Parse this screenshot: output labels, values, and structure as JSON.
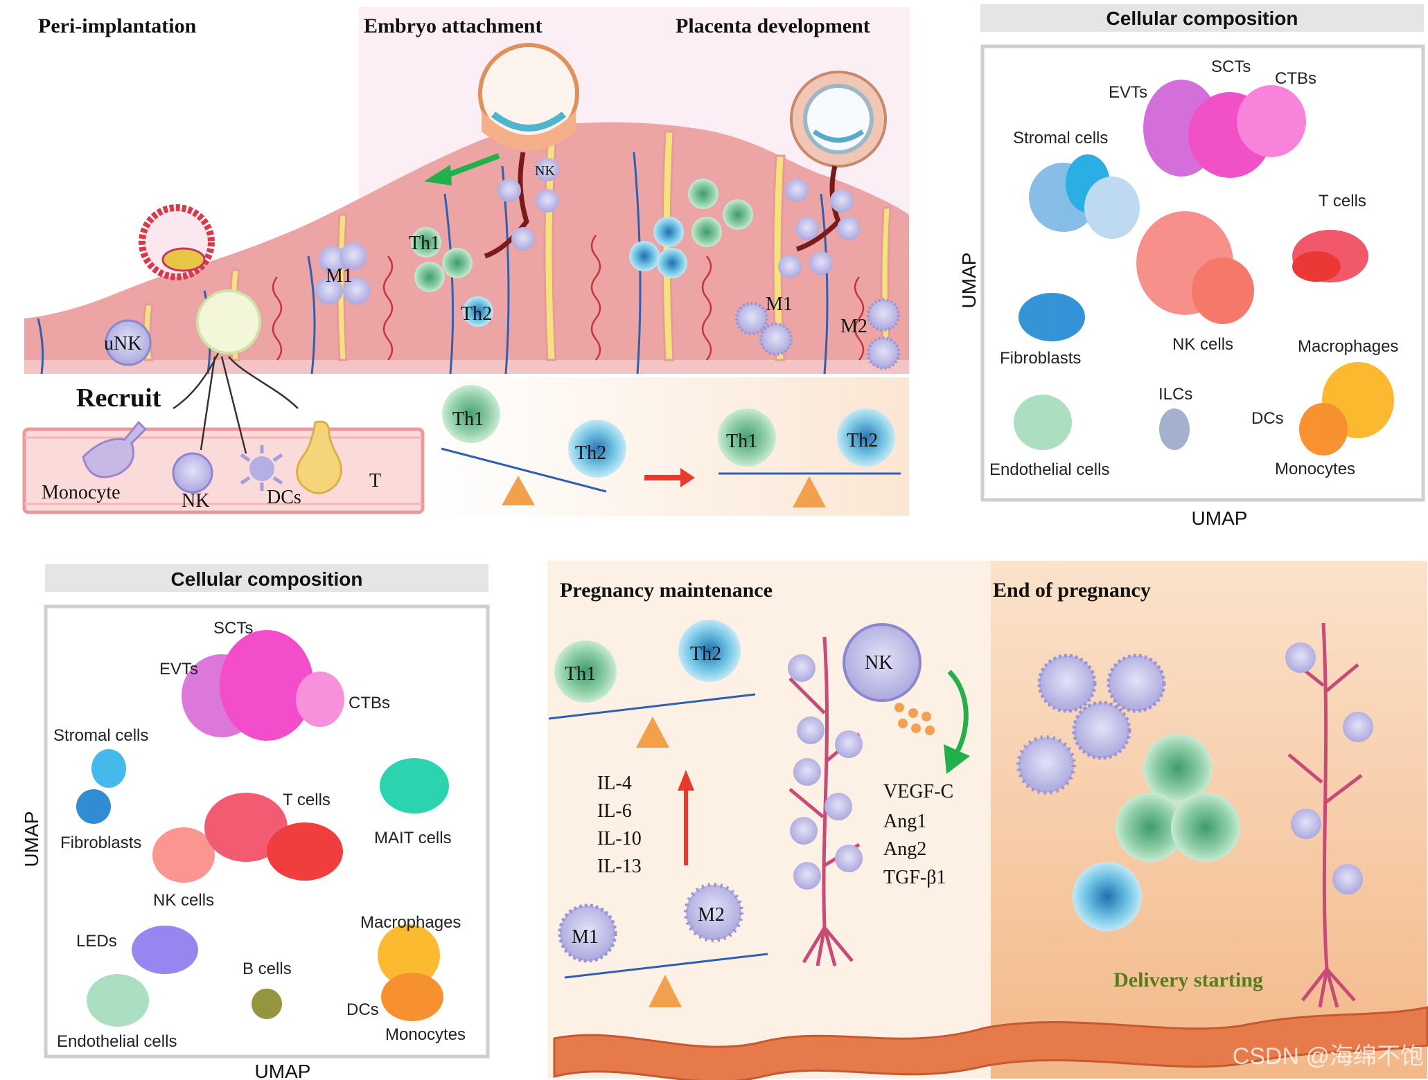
{
  "top_left": {
    "stages": {
      "peri": "Peri-implantation",
      "attach": "Embryo attachment",
      "placenta": "Placenta development"
    },
    "recruit": "Recruit",
    "cells": {
      "uNK": "uNK",
      "M1a": "M1",
      "Th1a": "Th1",
      "Th2a": "Th2",
      "NKa": "NK",
      "M1b": "M1",
      "M2a": "M2",
      "monocyte": "Monocyte",
      "nk": "NK",
      "dcs": "DCs",
      "t": "T"
    },
    "balance": {
      "th1_left": "Th1",
      "th2_left": "Th2",
      "th1_right": "Th1",
      "th2_right": "Th2"
    },
    "colors": {
      "placenta_bg": "#fbeef5",
      "balance_bg": "#fdf1e6",
      "tissue": "#eaa0a0",
      "vessel_blue": "#2f5fb0"
    }
  },
  "umap_top": {
    "header": "Cellular composition",
    "xlabel": "UMAP",
    "ylabel": "UMAP",
    "labels": {
      "scts": "SCTs",
      "ctbs": "CTBs",
      "evts": "EVTs",
      "stromal": "Stromal cells",
      "tcells": "T cells",
      "fibro": "Fibroblasts",
      "nkcells": "NK cells",
      "macro": "Macrophages",
      "ilcs": "ILCs",
      "dcs": "DCs",
      "endo": "Endothelial cells",
      "mono": "Monocytes"
    }
  },
  "umap_bottom": {
    "header": "Cellular composition",
    "xlabel": "UMAP",
    "ylabel": "UMAP",
    "labels": {
      "scts": "SCTs",
      "evts": "EVTs",
      "ctbs": "CTBs",
      "stromal": "Stromal cells",
      "fibro": "Fibroblasts",
      "tcells": "T cells",
      "mait": "MAIT cells",
      "nkcells": "NK cells",
      "leds": "LEDs",
      "bcells": "B cells",
      "macro": "Macrophages",
      "dcs": "DCs",
      "endo": "Endothelial cells",
      "mono": "Monocytes"
    }
  },
  "bottom_right": {
    "maint_title": "Pregnancy maintenance",
    "end_title": "End of pregnancy",
    "th1": "Th1",
    "th2": "Th2",
    "nk": "NK",
    "m1": "M1",
    "m2": "M2",
    "interleukins": [
      "IL-4",
      "IL-6",
      "IL-10",
      "IL-13"
    ],
    "factors": [
      "VEGF-C",
      "Ang1",
      "Ang2",
      "TGF-β1"
    ],
    "delivery": "Delivery starting",
    "watermark": "CSDN @海绵不饱",
    "colors": {
      "maint_bg": "#fdf0e4",
      "end_bg": "#f7d2b2",
      "delivery_text": "#5a7a1e"
    }
  }
}
